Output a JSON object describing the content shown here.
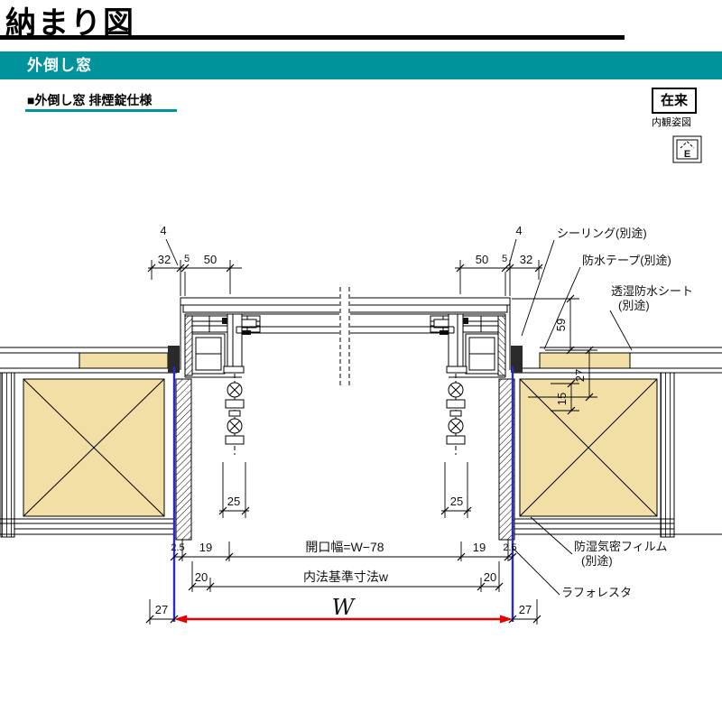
{
  "header": {
    "page_title": "納まり図",
    "banner_title": "外倒し窓",
    "section_title": "■外倒し窓 排煙錠仕様",
    "construction_type": "在来",
    "view_type_label": "内観姿図",
    "icon_letter": "E"
  },
  "drawing": {
    "dims": {
      "four": "4",
      "five": "5",
      "thirty_two": "32",
      "fifty": "50",
      "fifty_nine": "59",
      "twenty_seven": "27",
      "fifteen": "15",
      "twenty_five": "25",
      "two_point_five": "2.5",
      "nineteen": "19",
      "twenty": "20",
      "opening_width": "開口幅=W−78",
      "inner_standard": "内法基準寸法w",
      "overall_width": "W"
    },
    "callouts": {
      "sealing": "シーリング(別途)",
      "waterproof_tape": "防水テープ(別途)",
      "breathable_sheet": "透湿防水シート",
      "breathable_sheet_note": "(別途)",
      "moisture_film": "防湿気密フィルム",
      "moisture_film_note": "(別途)",
      "laforesta": "ラフォレスタ"
    }
  },
  "colors": {
    "teal": "#00939B",
    "wood": "#F2DFA5",
    "dimension_red": "#E60000",
    "opening_blue": "#2B2BC8"
  }
}
